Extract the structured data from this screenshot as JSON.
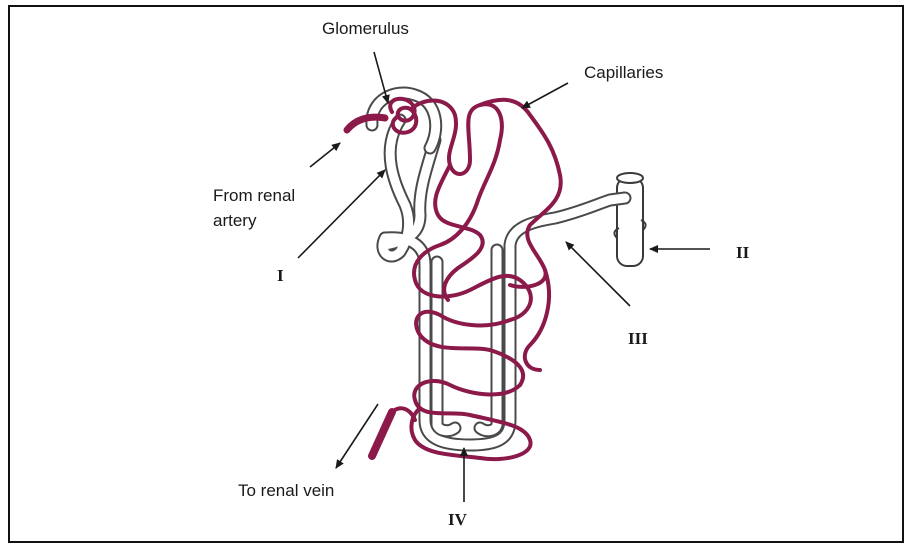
{
  "colors": {
    "vessel": "#8b1a4a",
    "tubule_outline": "#4a4a4a",
    "text": "#1a1a1a",
    "frame": "#111111"
  },
  "labels": {
    "glomerulus": "Glomerulus",
    "capillaries": "Capillaries",
    "from_renal_artery_line1": "From renal",
    "from_renal_artery_line2": "artery",
    "to_renal_vein": "To renal vein",
    "part_i": "I",
    "part_ii": "II",
    "part_iii": "III",
    "part_iv": "IV"
  }
}
